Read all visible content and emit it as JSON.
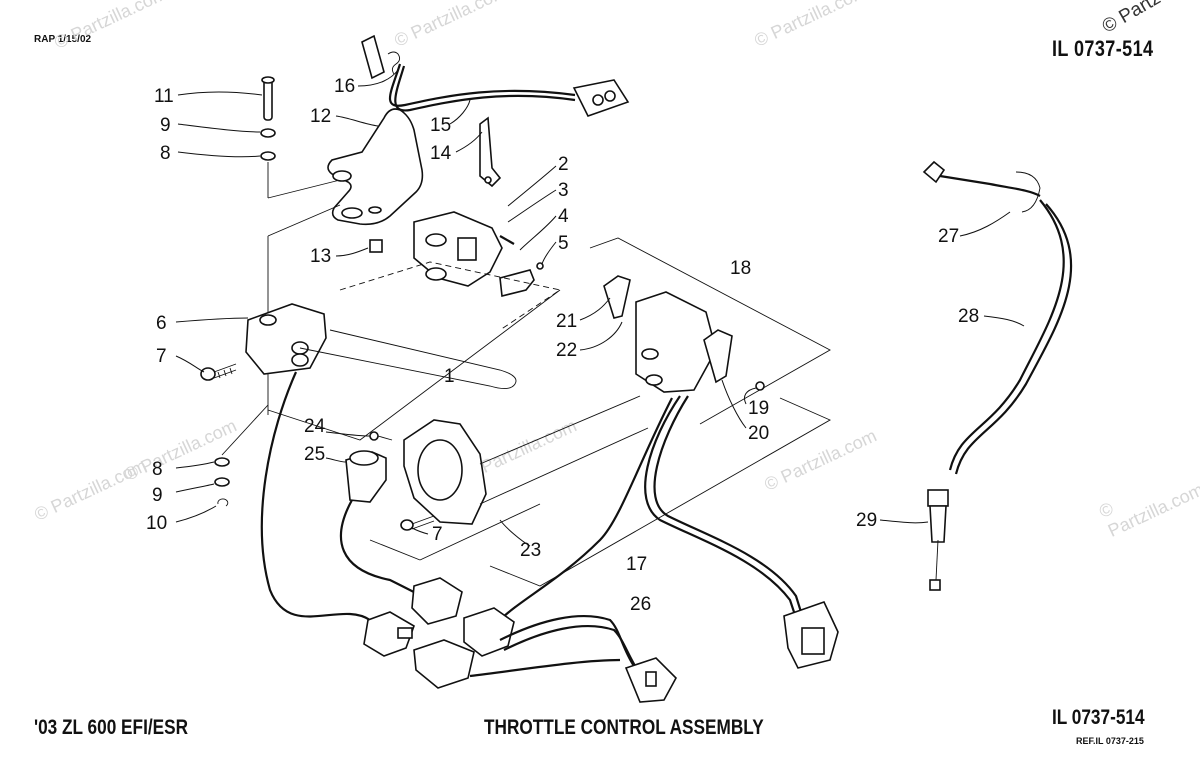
{
  "header": {
    "date_code": "RAP 1/15/02",
    "illustration_id": "IL 0737-514",
    "watermark_top_right": "© Partz"
  },
  "footer": {
    "model": "'03 ZL 600 EFI/ESR",
    "title": "THROTTLE CONTROL ASSEMBLY",
    "illustration_id": "IL 0737-514",
    "reference": "REF.IL 0737-215"
  },
  "watermarks": [
    "© Partzilla.com",
    "© Partzilla.com",
    "© Partzilla.com",
    "© Partzilla.com",
    "© Partzilla.com",
    "© Partzilla.com",
    "© Partzilla.com",
    "© Partzilla.com"
  ],
  "callouts": [
    "11",
    "9",
    "8",
    "16",
    "12",
    "15",
    "14",
    "2",
    "3",
    "4",
    "5",
    "13",
    "18",
    "6",
    "7",
    "1",
    "21",
    "22",
    "19",
    "20",
    "24",
    "25",
    "8",
    "9",
    "10",
    "7",
    "23",
    "17",
    "26",
    "27",
    "28",
    "29"
  ]
}
